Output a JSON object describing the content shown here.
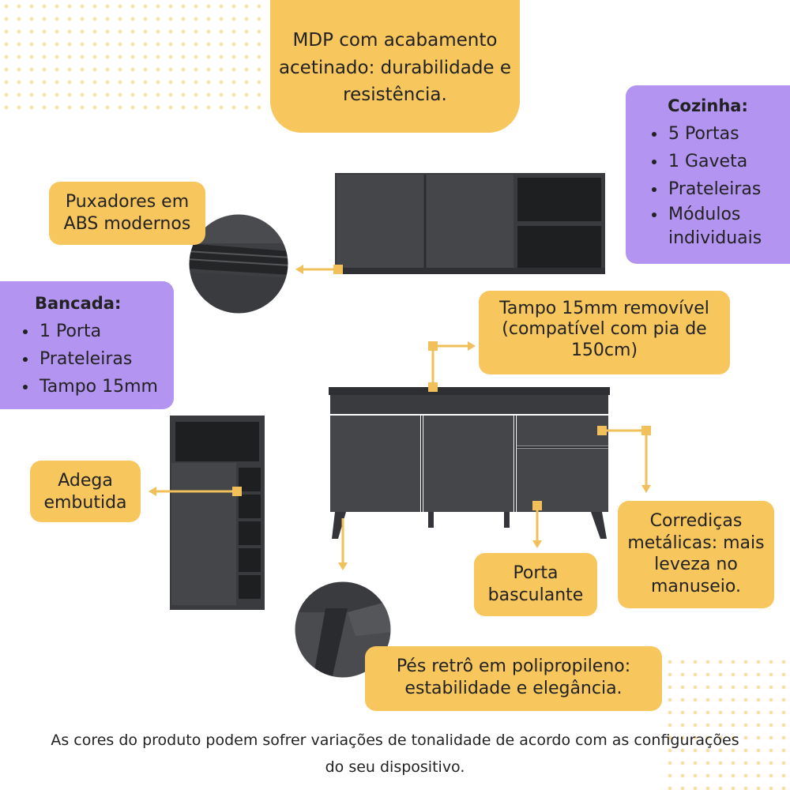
{
  "callouts": {
    "mdp": "MDP com acabamento acetinado: durabilidade e resistência.",
    "puxadores": "Puxadores em ABS modernos",
    "tampo": "Tampo 15mm removível (compatível com pia de 150cm)",
    "adega": "Adega embutida",
    "porta": "Porta basculante",
    "corredicas": "Corrediças metálicas: mais leveza no manuseio.",
    "pes": "Pés retrô em polipropileno: estabilidade e elegância."
  },
  "cozinha": {
    "title": "Cozinha:",
    "items": [
      "5 Portas",
      "1 Gaveta",
      "Prateleiras",
      "Módulos individuais"
    ]
  },
  "bancada": {
    "title": "Bancada:",
    "items": [
      "1 Porta",
      "Prateleiras",
      "Tampo 15mm"
    ]
  },
  "footer": "As cores do produto podem sofrer variações de tonalidade de acordo com as configurações do seu dispositivo.",
  "colors": {
    "yellow": "#f7c65c",
    "purple": "#b394f0",
    "furniture": "#3a3b3e"
  }
}
